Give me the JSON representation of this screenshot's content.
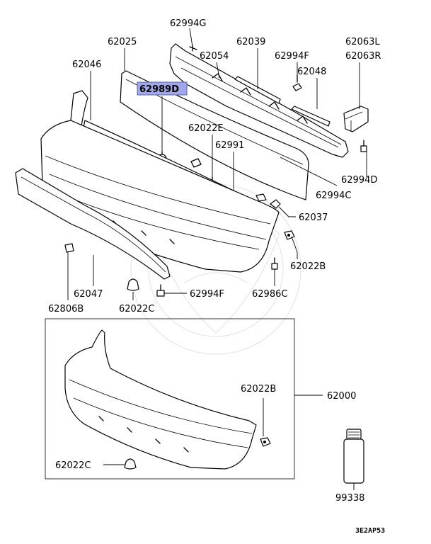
{
  "labels": {
    "p62994G": "62994G",
    "p62025": "62025",
    "p62039": "62039",
    "p62063L": "62063L",
    "p62063R": "62063R",
    "p62046": "62046",
    "p62054": "62054",
    "p62994F_top": "62994F",
    "p62048": "62048",
    "p62989D": "62989D",
    "p62022E": "62022E",
    "p62991": "62991",
    "p62994D": "62994D",
    "p62994C": "62994C",
    "p62037": "62037",
    "p62022B_top": "62022B",
    "p62047": "62047",
    "p62806B": "62806B",
    "p62022C_top": "62022C",
    "p62994F_bot": "62994F",
    "p62986C": "62986C",
    "p62022B_box": "62022B",
    "p62000": "62000",
    "p62022C_box": "62022C",
    "p99338": "99338"
  },
  "diagram_code": "3E2AP53",
  "highlight_color": "#9ea8ea"
}
